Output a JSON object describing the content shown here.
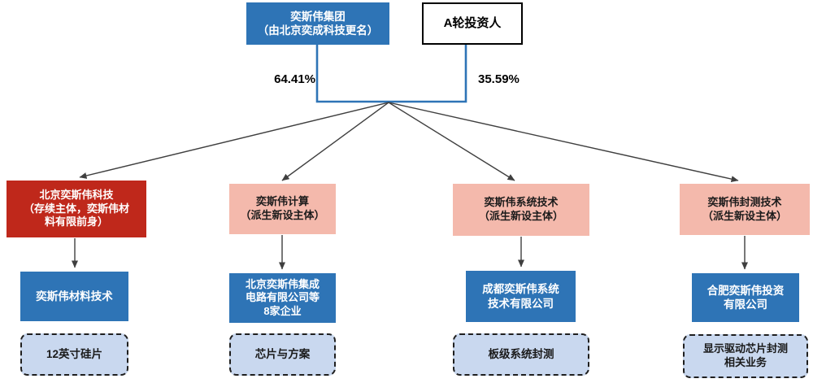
{
  "colors": {
    "box_blue": "#2E74B6",
    "box_red": "#BF281B",
    "box_pink": "#F4B9AC",
    "box_light_blue": "#C9D8EF",
    "bracket_line_blue": "#2E74B6",
    "arrow_gray": "#3F3F3F"
  },
  "top": {
    "group_box": {
      "lines": [
        "奕斯伟集团",
        "（由北京奕成科技更名）"
      ]
    },
    "investor_box": {
      "label": "A轮投资人"
    },
    "ownership": {
      "left_pct": "64.41%",
      "right_pct": "35.59%"
    }
  },
  "branches": [
    {
      "entity": {
        "style": "red",
        "lines": [
          "北京奕斯伟科技",
          "（存续主体，奕斯伟材",
          "料有限前身）"
        ]
      },
      "company": {
        "lines": [
          "奕斯伟材料技术"
        ]
      },
      "business": {
        "lines": [
          "12英寸硅片"
        ]
      }
    },
    {
      "entity": {
        "style": "pink",
        "lines": [
          "奕斯伟计算",
          "（派生新设主体）"
        ]
      },
      "company": {
        "lines": [
          "北京奕斯伟集成",
          "电路有限公司等",
          "8家企业"
        ]
      },
      "business": {
        "lines": [
          "芯片与方案"
        ]
      }
    },
    {
      "entity": {
        "style": "pink",
        "lines": [
          "奕斯伟系统技术",
          "（派生新设主体）"
        ]
      },
      "company": {
        "lines": [
          "成都奕斯伟系统",
          "技术有限公司"
        ]
      },
      "business": {
        "lines": [
          "板级系统封测"
        ]
      }
    },
    {
      "entity": {
        "style": "pink",
        "lines": [
          "奕斯伟封测技术",
          "（派生新设主体）"
        ]
      },
      "company": {
        "lines": [
          "合肥奕斯伟投资",
          "有限公司"
        ]
      },
      "business": {
        "lines": [
          "显示驱动芯片封测",
          "相关业务"
        ]
      }
    }
  ]
}
